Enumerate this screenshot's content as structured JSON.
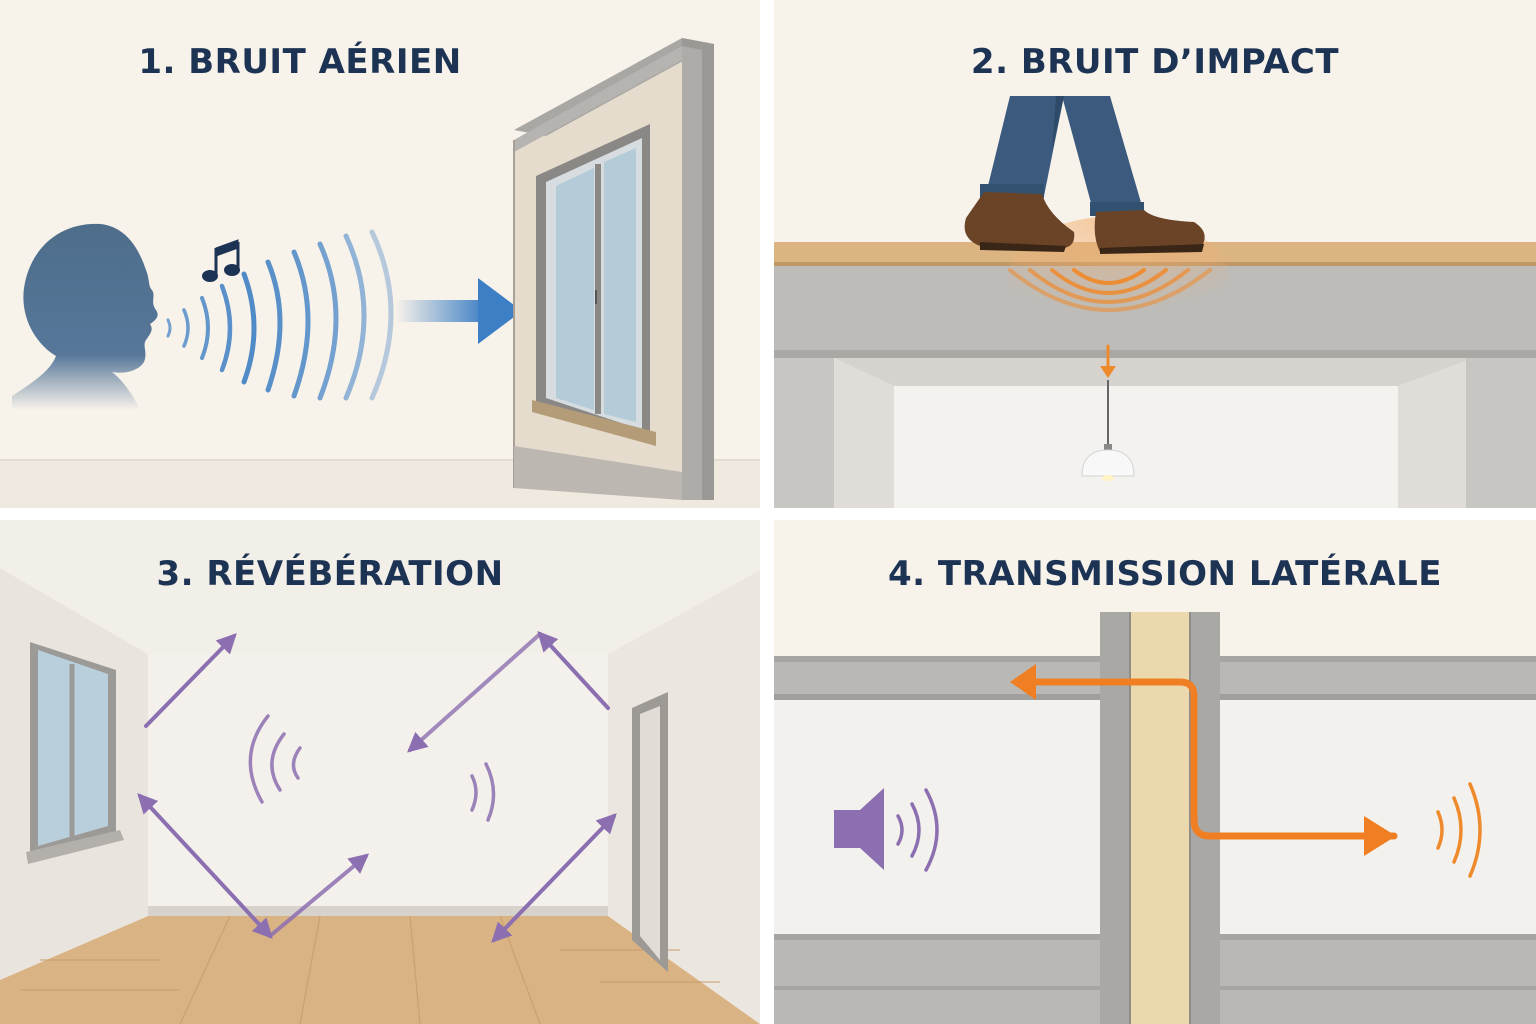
{
  "panels": [
    {
      "title": "1. BRUIT AÉRIEN"
    },
    {
      "title": "2. BRUIT D’IMPACT"
    },
    {
      "title": "3. RÉVÉBÉRATION"
    },
    {
      "title": "4. TRANSMISSION LATÉRALE"
    }
  ],
  "colors": {
    "title": "#1d3354",
    "background": "#f7f2ea",
    "airborne_wave": "#3d7fc4",
    "impact_wave": "#ef8a2c",
    "reverb_arrow": "#8c6fb0",
    "flanking_path": "#ef7f22",
    "concrete": "#b9b8b5",
    "wood_floor": "#d9b07f"
  },
  "icons": {
    "panel1": [
      "head-silhouette-icon",
      "music-note-icon",
      "sound-waves-icon",
      "arrow-right-icon",
      "window-icon"
    ],
    "panel2": [
      "walking-legs-icon",
      "shoe-icon",
      "impact-waves-icon",
      "pendant-lamp-icon"
    ],
    "panel3": [
      "window-icon",
      "door-icon",
      "reflection-arrow-icon",
      "sound-waves-icon"
    ],
    "panel4": [
      "speaker-icon",
      "sound-waves-icon",
      "flanking-path-arrow-icon"
    ]
  }
}
